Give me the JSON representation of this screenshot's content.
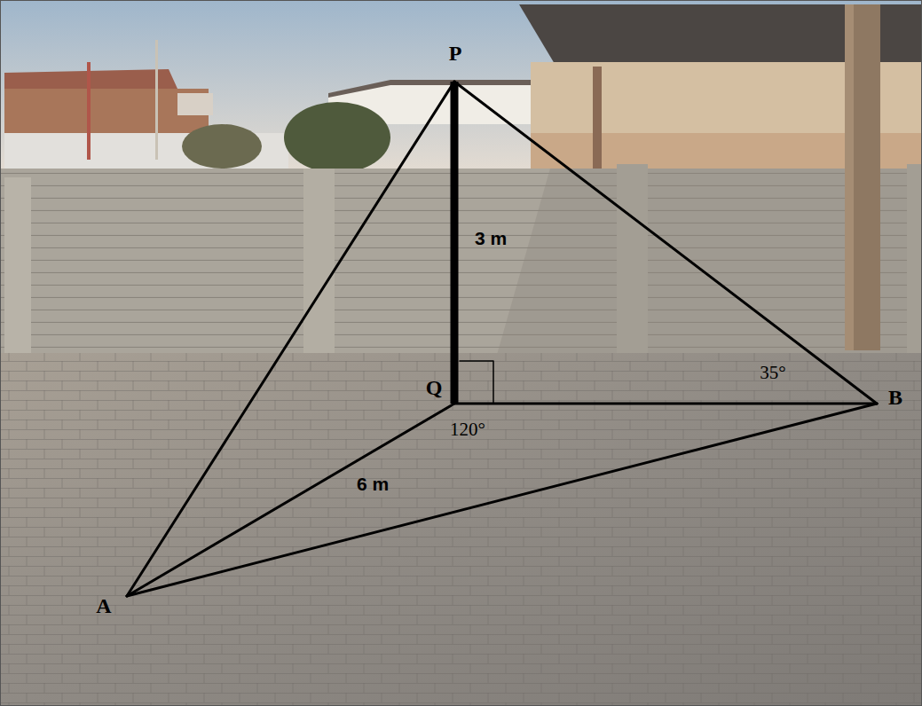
{
  "diagram": {
    "labels": [
      "P",
      "3 m",
      "Q",
      "120°",
      "35°",
      "B",
      "6 m",
      "A"
    ]
  }
}
